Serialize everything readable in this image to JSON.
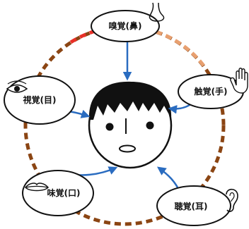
{
  "senses": {
    "smell": {
      "label": "嗅覚(鼻)",
      "icon": "nose-icon"
    },
    "touch": {
      "label": "触覚(手)",
      "icon": "hand-icon"
    },
    "sight": {
      "label": "視覚(目)",
      "icon": "eye-icon"
    },
    "taste": {
      "label": "味覚(口)",
      "icon": "mouth-icon"
    },
    "hearing": {
      "label": "聴覚(耳)",
      "icon": "ear-icon"
    }
  },
  "colors": {
    "ring_dark": "#8b4513",
    "ring_light": "#e8a070",
    "ring_red": "#e83028",
    "arrow": "#2a6cc0",
    "outline": "#111111"
  }
}
